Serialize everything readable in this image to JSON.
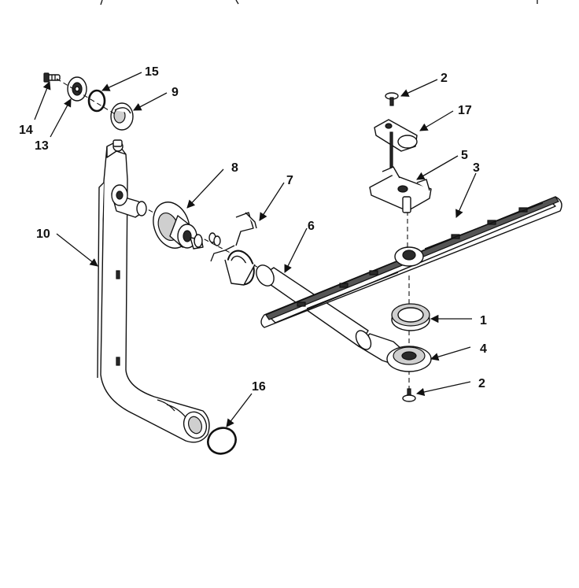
{
  "diagram": {
    "callouts": [
      "15",
      "9",
      "14",
      "13",
      "2",
      "17",
      "5",
      "3",
      "8",
      "7",
      "6",
      "10",
      "1",
      "4",
      "2",
      "16"
    ]
  }
}
